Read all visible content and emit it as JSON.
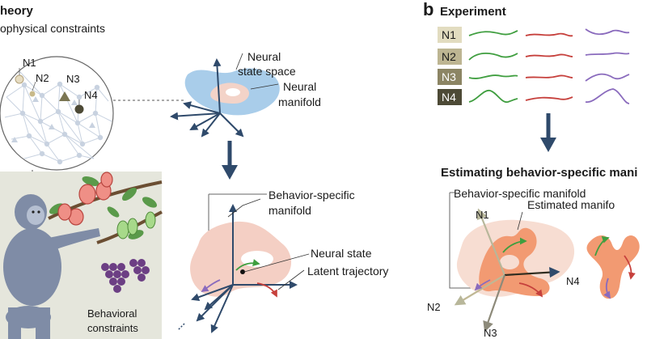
{
  "panel_a": {
    "title_fragment": "heory",
    "subtitle_fragment": "ophysical constraints",
    "neurons": [
      "N1",
      "N2",
      "N3",
      "N4"
    ],
    "neural_state_space": [
      "Neural",
      "state space"
    ],
    "neural_manifold": [
      "Neural",
      "manifold"
    ],
    "behavior_specific_manifold": [
      "Behavior-specific",
      "manifold"
    ],
    "neural_state": "Neural state",
    "latent_trajectory": "Latent trajectory",
    "behavioral_constraints": [
      "Behavioral",
      "constraints"
    ]
  },
  "panel_b": {
    "letter": "b",
    "title": "Experiment",
    "neurons": [
      "N1",
      "N2",
      "N3",
      "N4"
    ],
    "estimating_title": "Estimating behavior-specific mani",
    "behavior_specific_manifold": "Behavior-specific manifold",
    "estimated_manifold": "Estimated manifo",
    "axes": [
      "N1",
      "N2",
      "N3",
      "N4"
    ]
  },
  "colors": {
    "green": "#3f9e3f",
    "red": "#c6403c",
    "purple": "#8a6bbd",
    "arrow_dark": "#2f4a6b",
    "manifold_pink": "#f4cfc4",
    "manifold_orange": "#f29a72",
    "state_blue": "#a9cdea",
    "chip": "#6d6a55"
  }
}
